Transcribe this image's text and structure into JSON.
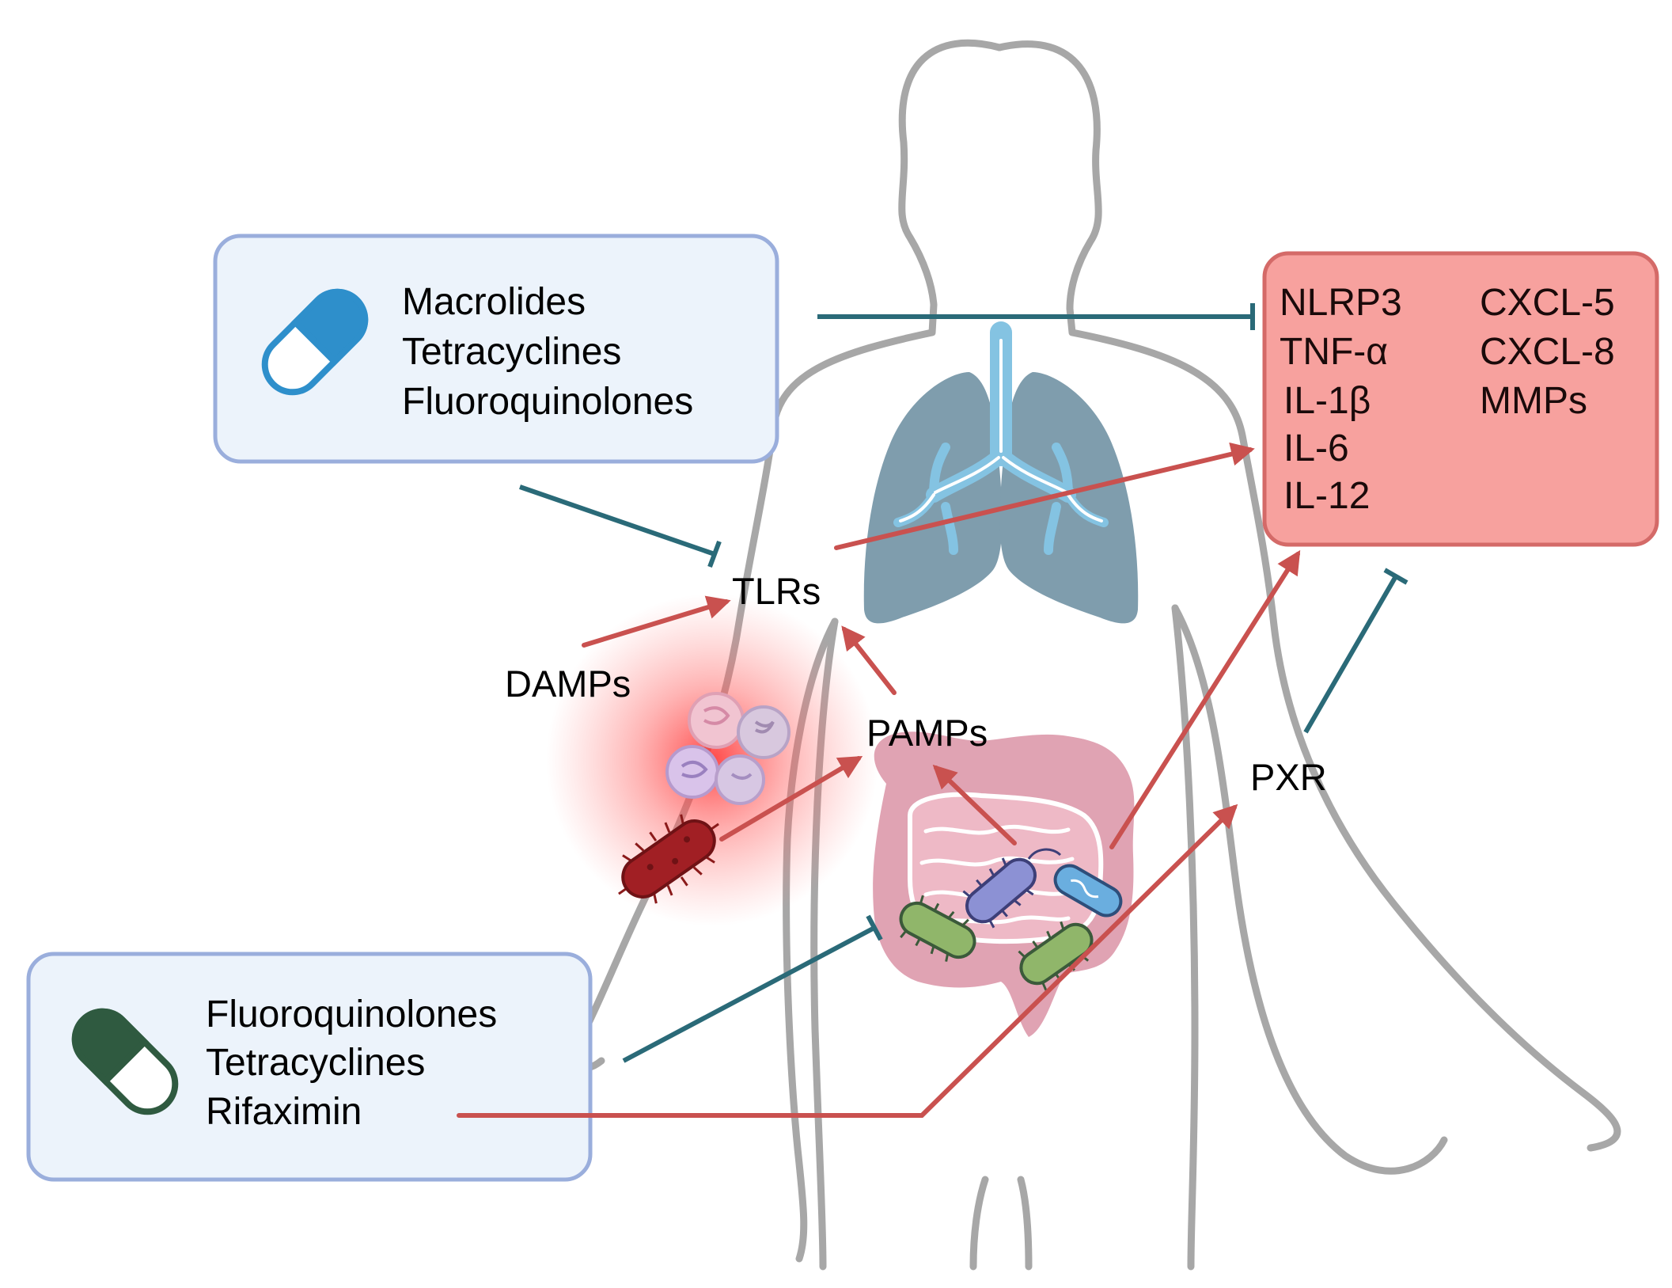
{
  "drug_box_top": {
    "items": [
      "Macrolides",
      "Tetracyclines",
      "Fluoroquinolones"
    ],
    "icon": "capsule-icon",
    "icon_color": "#2e8fcb"
  },
  "drug_box_bottom": {
    "items": [
      "Fluoroquinolones",
      "Tetracyclines",
      "Rifaximin"
    ],
    "icon": "capsule-icon",
    "icon_color": "#2f5a40"
  },
  "cytokine_box": {
    "column_left": [
      "NLRP3",
      "TNF-α",
      "IL-1β",
      "IL-6",
      "IL-12"
    ],
    "column_right": [
      "CXCL-5",
      "CXCL-8",
      "MMPs"
    ]
  },
  "labels": {
    "tlrs": "TLRs",
    "damps": "DAMPs",
    "pamps": "PAMPs",
    "pxr": "PXR"
  },
  "colors": {
    "activation_arrow": "#c9514f",
    "inhibition_line": "#2a6a78",
    "drug_box_fill": "#ecf3fb",
    "drug_box_border": "#9aaedc",
    "cytokine_box_fill": "#f7a19e",
    "cytokine_box_border": "#d46a68",
    "body_outline": "#a7a7a7",
    "lungs": "#7f9dad",
    "trachea": "#84c3e2",
    "intestine": "#e0a3b3"
  }
}
